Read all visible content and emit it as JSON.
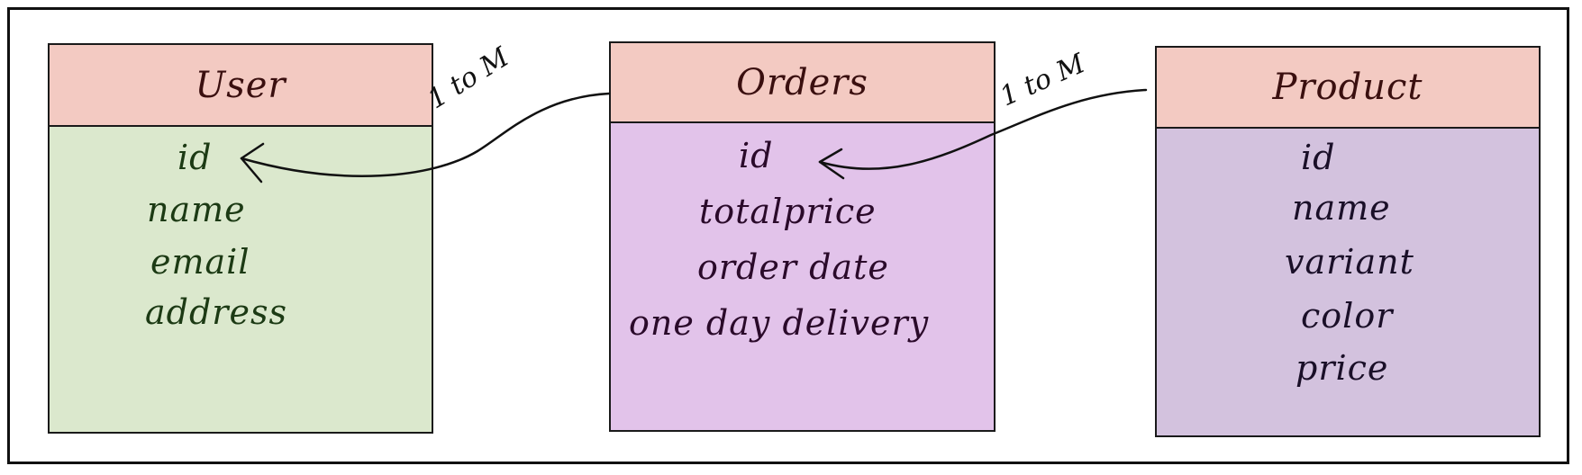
{
  "diagram": {
    "entities": [
      {
        "key": "user",
        "title": "User",
        "fields": [
          "id",
          "name",
          "email",
          "address"
        ],
        "header_color": "#f3cac2",
        "body_color": "#dbe8cd"
      },
      {
        "key": "orders",
        "title": "Orders",
        "fields": [
          "id",
          "totalprice",
          "order date",
          "one day delivery"
        ],
        "header_color": "#f3cac2",
        "body_color": "#e2c3ea"
      },
      {
        "key": "product",
        "title": "Product",
        "fields": [
          "id",
          "name",
          "variant",
          "color",
          "price"
        ],
        "header_color": "#f3cac2",
        "body_color": "#d3c2de"
      }
    ],
    "relationships": [
      {
        "from": "orders",
        "to": "user.id",
        "label": "1 to M"
      },
      {
        "from": "product",
        "to": "orders.id",
        "label": "1 to M"
      }
    ]
  }
}
